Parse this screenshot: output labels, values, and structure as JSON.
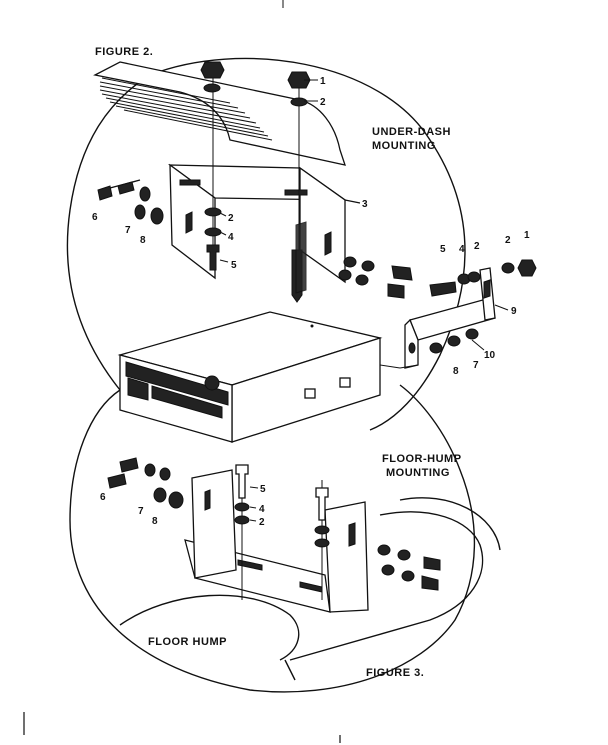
{
  "captions": {
    "figure2": "FIGURE 2.",
    "underdash": [
      "UNDER-DASH",
      "MOUNTING"
    ],
    "floorhump_mounting": [
      "FLOOR-HUMP",
      "MOUNTING"
    ],
    "floorhump": "FLOOR HUMP",
    "figure3": "FIGURE 3."
  },
  "callouts": {
    "top": [
      "1",
      "2",
      "3",
      "2",
      "4",
      "5",
      "6",
      "7",
      "8"
    ],
    "right": [
      "5",
      "4",
      "2",
      "2",
      "1",
      "9",
      "10",
      "7",
      "8"
    ],
    "bottom": [
      "5",
      "4",
      "2",
      "6",
      "7",
      "8"
    ]
  }
}
